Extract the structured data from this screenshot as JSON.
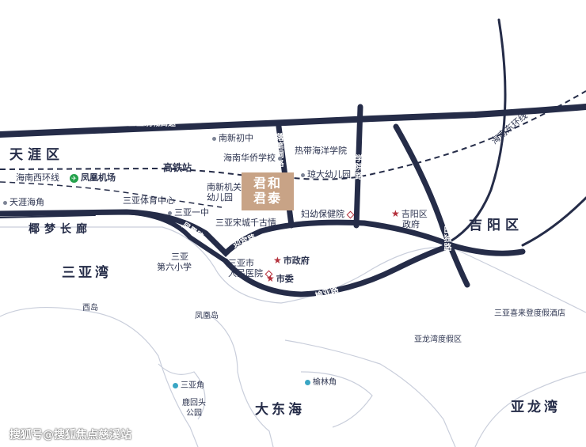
{
  "districts": {
    "tianya": "天涯区",
    "jiyang": "吉阳区"
  },
  "seas": {
    "sanya_bay": "三亚湾",
    "dadonghai": "大东海",
    "yalong_bay": "亚龙湾"
  },
  "areas": {
    "yemeng": "椰梦长廊"
  },
  "roads": {
    "ring_expressway": "三亚绕城高速",
    "luohua": "落笔洞路",
    "xueyuan": "学院路",
    "tianxiong": "田独路",
    "fenghuang": "凤凰路",
    "yingbin": "迎宾路",
    "yuya": "榆亚路",
    "hainan_west_ring": "海南西环线",
    "hainan_east_ring": "海南东环线"
  },
  "project": {
    "line1": "君和",
    "line2": "君泰"
  },
  "pois": {
    "nanxin_middle": "南新初中",
    "huaqiao": "海南华侨学校",
    "redai_ocean": "热带海洋学院",
    "qiongda_kindergarten": "琼大幼儿园",
    "nanxin_kindergarten_1": "南新机关",
    "nanxin_kindergarten_2": "幼儿园",
    "gaotie": "高铁站",
    "fenghuang_airport": "凤凰机场",
    "tianya_haijiao": "天涯海角",
    "sports_center": "三亚体育中心",
    "sanya_no1": "三亚一中",
    "songcheng": "三亚宋城千古情",
    "maternal": "妇幼保健院",
    "jiyang_gov_1": "吉阳区",
    "jiyang_gov_2": "政府",
    "sixth_primary_1": "三亚",
    "sixth_primary_2": "第六小学",
    "city_gov": "市政府",
    "people_hospital_1": "三亚市",
    "people_hospital_2": "人民医院",
    "city_committee": "市委",
    "xidao": "西岛",
    "fenghuang_island": "凤凰岛",
    "yalong_resort": "亚龙湾度假区",
    "sheraton": "三亚喜来登度假酒店",
    "sanyajiao": "三亚角",
    "luhuitou_1": "鹿回头",
    "luhuitou_2": "公园",
    "yulin_jiao": "榆林角"
  },
  "watermark": "搜狐号@搜狐焦点慈溪站",
  "colors": {
    "road": "#252c48",
    "coast": "#c9cedb",
    "project": "#c8a386",
    "marker": "#b4303b"
  }
}
